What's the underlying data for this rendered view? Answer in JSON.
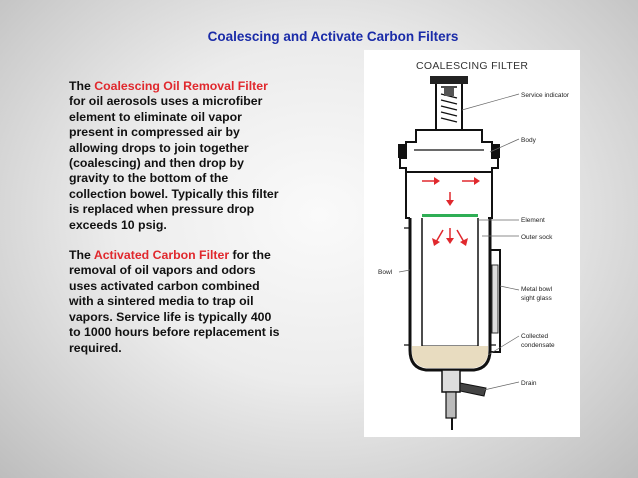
{
  "slide": {
    "title": "Coalescing and Activate Carbon Filters"
  },
  "paragraphs": [
    {
      "prefix": "The ",
      "highlight": "Coalescing Oil Removal Filter",
      "body": " for oil aerosols uses a microfiber element to eliminate oil vapor present in compressed air by allowing drops to join together (coalescing) and then drop by gravity to the bottom of the collection bowel. Typically this filter is replaced when pressure drop exceeds 10 psig."
    },
    {
      "prefix": "The ",
      "highlight": "Activated Carbon Filter",
      "body": " for the removal of oil vapors and odors uses activated carbon combined with a sintered media to trap oil vapors. Service life is typically 400 to 1000 hours before replacement is required."
    }
  ],
  "diagram": {
    "heading": "COALESCING FILTER",
    "labels": {
      "service_indicator": "Service indicator",
      "body": "Body",
      "element": "Element",
      "outer_sock": "Outer sock",
      "bowl": "Bowl",
      "metal_bowl_1": "Metal bowl",
      "metal_bowl_2": "sight glass",
      "collected_1": "Collected",
      "collected_2": "condensate",
      "drain": "Drain"
    }
  },
  "colors": {
    "title": "#1a2ba8",
    "highlight": "#e0282d",
    "body_text": "#111111",
    "arrows": "#e0282d",
    "element_band": "#2fae55",
    "condensate": "#e8dcc0"
  }
}
